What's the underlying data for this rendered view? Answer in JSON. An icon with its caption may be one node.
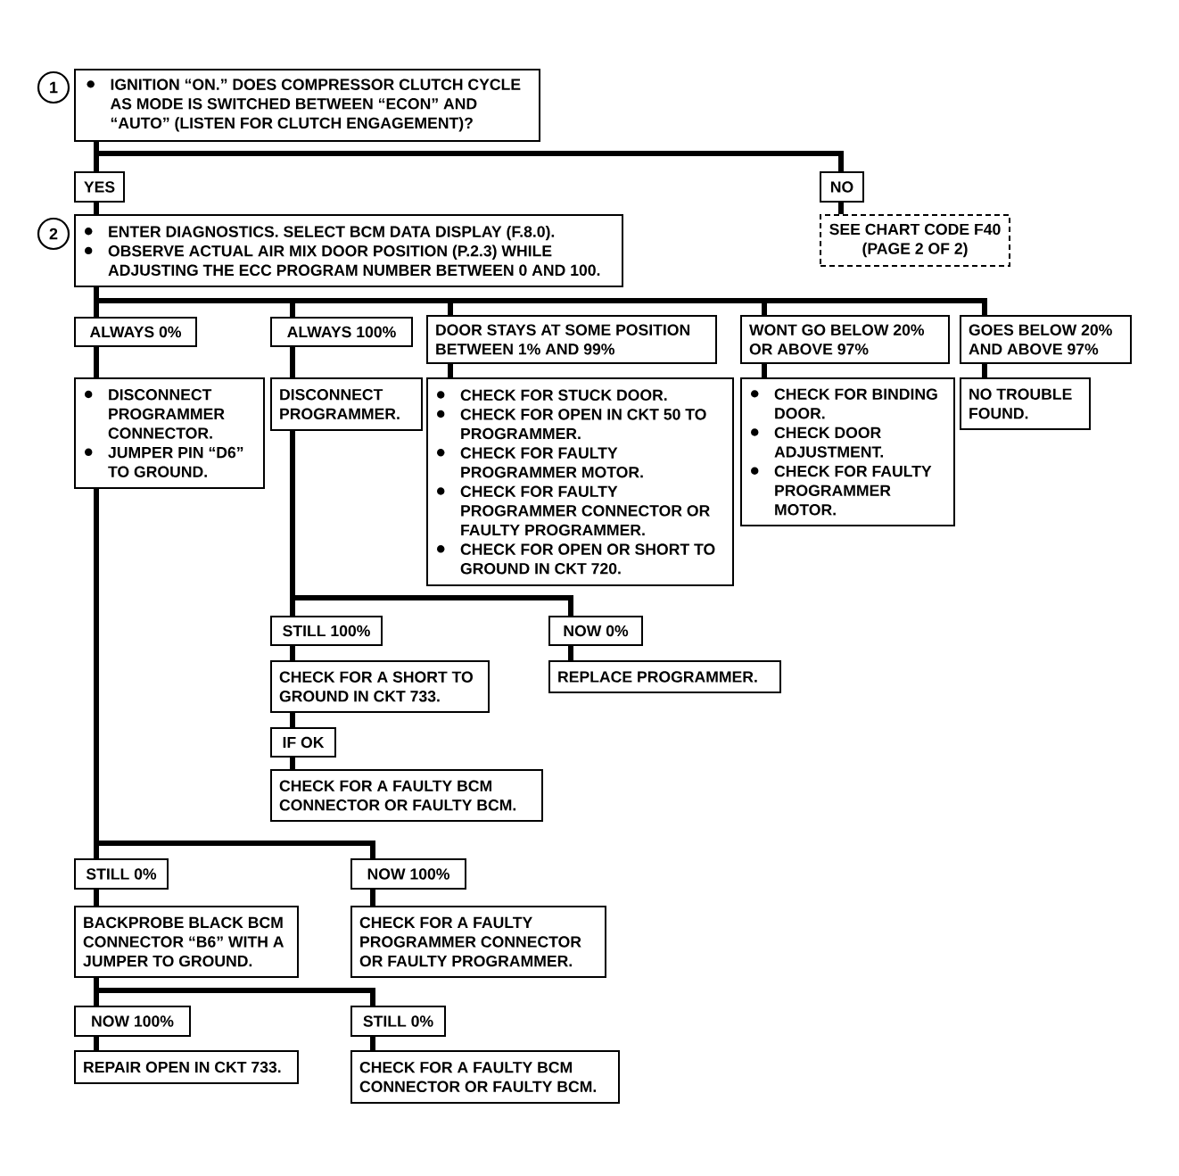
{
  "diagram": {
    "nodes": [
      {
        "text": [
          "1"
        ]
      },
      {
        "text": [
          "IGNITION “ON.” DOES COMPRESSOR CLUTCH CYCLE AS MODE IS SWITCHED BETWEEN “ECON” AND “AUTO” (LISTEN FOR CLUTCH ENGAGEMENT)?"
        ]
      },
      {
        "text": [
          "YES"
        ]
      },
      {
        "text": [
          "NO"
        ]
      },
      {
        "text": [
          "2"
        ]
      },
      {
        "text": [
          "ENTER DIAGNOSTICS. SELECT BCM DATA DISPLAY (F.8.0).",
          "OBSERVE ACTUAL AIR MIX DOOR POSITION (P.2.3) WHILE ADJUSTING THE ECC PROGRAM NUMBER BETWEEN 0 AND 100."
        ]
      },
      {
        "text": [
          "SEE CHART CODE F40 (PAGE 2 OF 2)"
        ]
      },
      {
        "text": [
          "ALWAYS 0%"
        ]
      },
      {
        "text": [
          "ALWAYS 100%"
        ]
      },
      {
        "text": [
          "DOOR STAYS AT SOME POSITION BETWEEN 1% AND 99%"
        ]
      },
      {
        "text": [
          "WONT GO BELOW 20% OR ABOVE 97%"
        ]
      },
      {
        "text": [
          "GOES BELOW 20% AND ABOVE 97%"
        ]
      },
      {
        "text": [
          "DISCONNECT PROGRAMMER CONNECTOR.",
          "JUMPER PIN “D6” TO GROUND."
        ]
      },
      {
        "text": [
          "DISCONNECT PROGRAMMER."
        ]
      },
      {
        "text": [
          "CHECK FOR STUCK DOOR.",
          "CHECK FOR OPEN IN CKT 50 TO PROGRAMMER.",
          "CHECK FOR FAULTY PROGRAMMER MOTOR.",
          "CHECK FOR FAULTY PROGRAMMER CONNECTOR OR FAULTY PROGRAMMER.",
          "CHECK FOR OPEN OR SHORT TO GROUND IN CKT 720."
        ]
      },
      {
        "text": [
          "CHECK FOR BINDING DOOR.",
          "CHECK DOOR ADJUSTMENT.",
          "CHECK FOR FAULTY PROGRAMMER MOTOR."
        ]
      },
      {
        "text": [
          "NO TROUBLE FOUND."
        ]
      },
      {
        "text": [
          "STILL 100%"
        ]
      },
      {
        "text": [
          "NOW 0%"
        ]
      },
      {
        "text": [
          "CHECK FOR A SHORT TO GROUND IN CKT 733."
        ]
      },
      {
        "text": [
          "REPLACE PROGRAMMER."
        ]
      },
      {
        "text": [
          "IF OK"
        ]
      },
      {
        "text": [
          "CHECK FOR A FAULTY BCM CONNECTOR OR FAULTY BCM."
        ]
      },
      {
        "text": [
          "STILL 0%"
        ]
      },
      {
        "text": [
          "NOW 100%"
        ]
      },
      {
        "text": [
          "BACKPROBE BLACK BCM CONNECTOR “B6” WITH A JUMPER TO GROUND."
        ]
      },
      {
        "text": [
          "CHECK FOR A FAULTY PROGRAMMER CONNECTOR OR FAULTY PROGRAMMER."
        ]
      },
      {
        "text": [
          "NOW 100%"
        ]
      },
      {
        "text": [
          "STILL 0%"
        ]
      },
      {
        "text": [
          "REPAIR OPEN IN CKT 733."
        ]
      },
      {
        "text": [
          "CHECK FOR A FAULTY BCM CONNECTOR OR FAULTY BCM."
        ]
      }
    ],
    "edges": [
      {
        "from": 1,
        "to": 2,
        "arrow": "none"
      },
      {
        "from": 1,
        "to": 3,
        "arrow": "none"
      },
      {
        "from": 2,
        "to": 5,
        "arrow": "none"
      },
      {
        "from": 3,
        "to": 6,
        "arrow": "none"
      },
      {
        "from": 5,
        "to": 7,
        "arrow": "none"
      },
      {
        "from": 5,
        "to": 8,
        "arrow": "none"
      },
      {
        "from": 5,
        "to": 9,
        "arrow": "none"
      },
      {
        "from": 5,
        "to": 10,
        "arrow": "none"
      },
      {
        "from": 5,
        "to": 11,
        "arrow": "none"
      },
      {
        "from": 7,
        "to": 12,
        "arrow": "none"
      },
      {
        "from": 8,
        "to": 13,
        "arrow": "none"
      },
      {
        "from": 9,
        "to": 14,
        "arrow": "none"
      },
      {
        "from": 10,
        "to": 15,
        "arrow": "none"
      },
      {
        "from": 11,
        "to": 16,
        "arrow": "none"
      },
      {
        "from": 13,
        "to": 17,
        "arrow": "none"
      },
      {
        "from": 13,
        "to": 18,
        "arrow": "none"
      },
      {
        "from": 17,
        "to": 19,
        "arrow": "none"
      },
      {
        "from": 18,
        "to": 20,
        "arrow": "none"
      },
      {
        "from": 19,
        "to": 21,
        "arrow": "none"
      },
      {
        "from": 21,
        "to": 22,
        "arrow": "none"
      },
      {
        "from": 12,
        "to": 23,
        "arrow": "none"
      },
      {
        "from": 12,
        "to": 24,
        "arrow": "none"
      },
      {
        "from": 23,
        "to": 25,
        "arrow": "none"
      },
      {
        "from": 24,
        "to": 26,
        "arrow": "none"
      },
      {
        "from": 25,
        "to": 27,
        "arrow": "none"
      },
      {
        "from": 25,
        "to": 28,
        "arrow": "none"
      },
      {
        "from": 27,
        "to": 29,
        "arrow": "none"
      },
      {
        "from": 28,
        "to": 30,
        "arrow": "none"
      }
    ]
  }
}
